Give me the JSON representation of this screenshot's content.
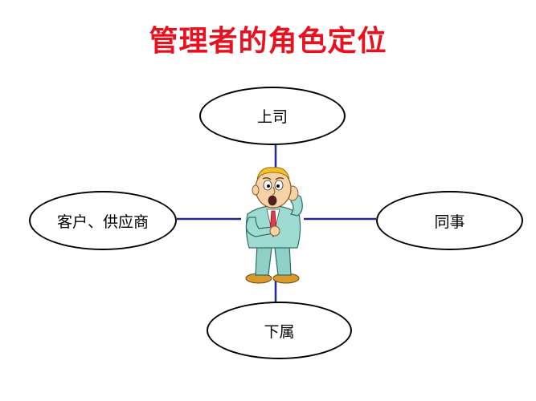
{
  "title": "管理者的角色定位",
  "nodes": {
    "top": "上司",
    "left": "客户、供应商",
    "right": "同事",
    "bottom": "下属"
  },
  "colors": {
    "title": "#e8111f",
    "connector": "#1f2a8c",
    "outline": "#000000"
  },
  "center_figure": "worried-manager-cartoon"
}
